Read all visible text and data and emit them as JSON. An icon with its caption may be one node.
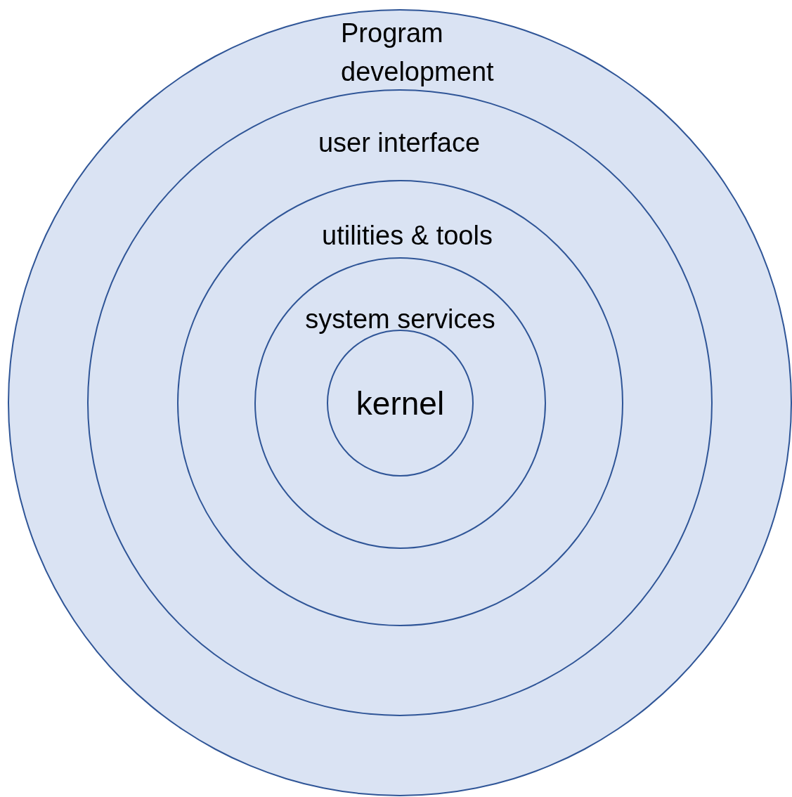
{
  "diagram": {
    "nodes": [
      {
        "text": [
          "Program development"
        ]
      },
      {
        "text": [
          "user interface"
        ],
        "in": 0
      },
      {
        "text": [
          "utilities & tools"
        ],
        "in": 1
      },
      {
        "text": [
          "system services"
        ],
        "in": 2
      },
      {
        "text": [
          "kernel"
        ],
        "in": 3
      }
    ]
  }
}
